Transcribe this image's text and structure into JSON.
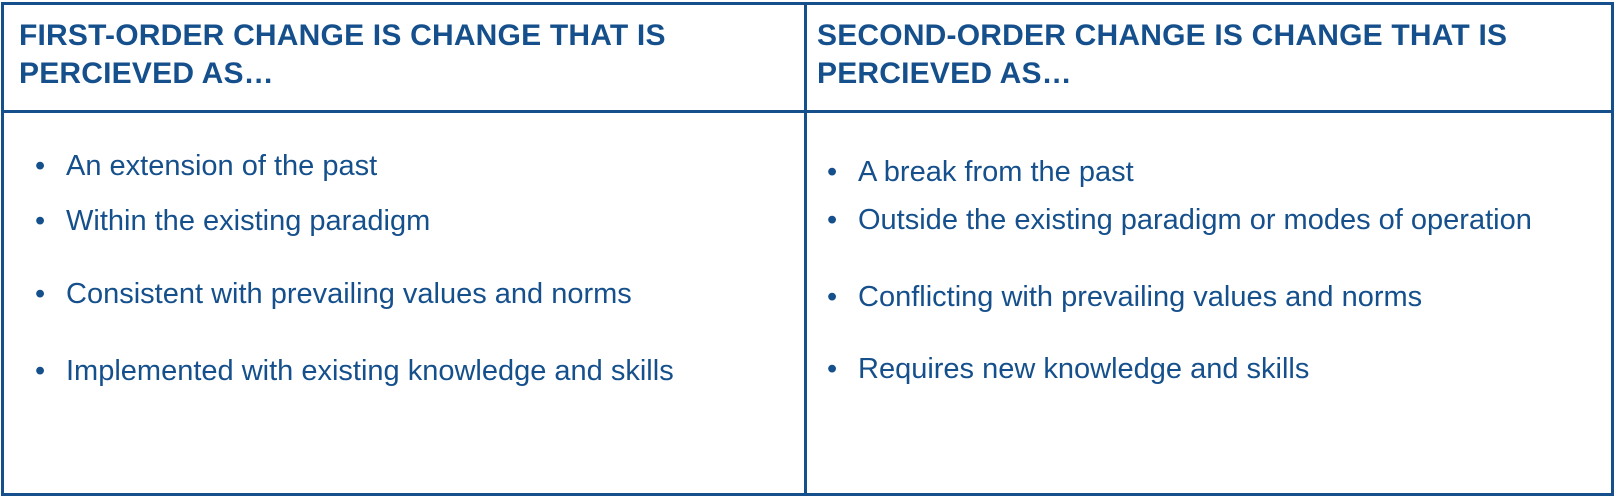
{
  "slide": {
    "background_color": "#FFFFFF",
    "text_color": "#15508C",
    "border_color": "#15508C",
    "bullet_glyph": "•",
    "columns": [
      {
        "id": "first-order",
        "header": "FIRST-ORDER CHANGE IS CHANGE THAT IS PERCIEVED AS…",
        "bullets": [
          "An extension of the past",
          "Within the existing paradigm",
          "Consistent with prevailing values and norms",
          "Implemented with existing knowledge and skills"
        ]
      },
      {
        "id": "second-order",
        "header": "SECOND-ORDER CHANGE IS CHANGE THAT IS PERCIEVED AS…",
        "bullets": [
          "A break from the past",
          "Outside the existing paradigm or modes of operation",
          "Conflicting with prevailing values and norms",
          "Requires new knowledge and skills"
        ]
      }
    ]
  }
}
